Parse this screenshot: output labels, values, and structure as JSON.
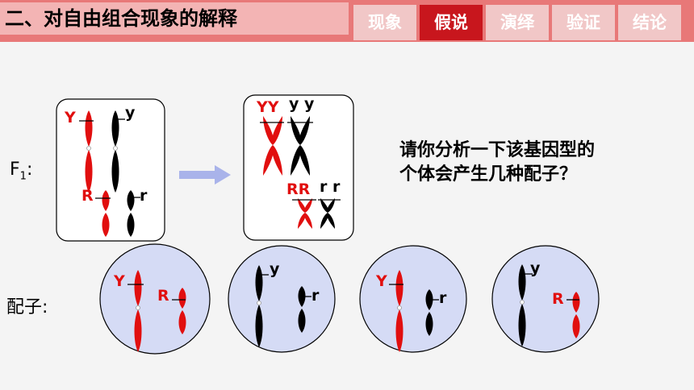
{
  "header": {
    "title": "二、对自由组合现象的解释",
    "tabs": [
      {
        "label": "现象",
        "active": false
      },
      {
        "label": "假说",
        "active": true
      },
      {
        "label": "演绎",
        "active": false
      },
      {
        "label": "验证",
        "active": false
      },
      {
        "label": "结论",
        "active": false
      }
    ]
  },
  "labels": {
    "f1_main": "F",
    "f1_sub": "1",
    "f1_colon": ":",
    "gamete": "配子:"
  },
  "question": {
    "line1": "请你分析一下该基因型的",
    "line2": "个体会产生几种配子？"
  },
  "genes": {
    "Y": "Y",
    "y": "y",
    "R": "R",
    "r": "r",
    "YY": "YY",
    "yy": "y y",
    "RR": "RR",
    "rr": "r r"
  },
  "colors": {
    "red": "#e10f0f",
    "black": "#000000",
    "circle_fill": "#d5dbf5",
    "arrow": "#a9b3ea"
  }
}
